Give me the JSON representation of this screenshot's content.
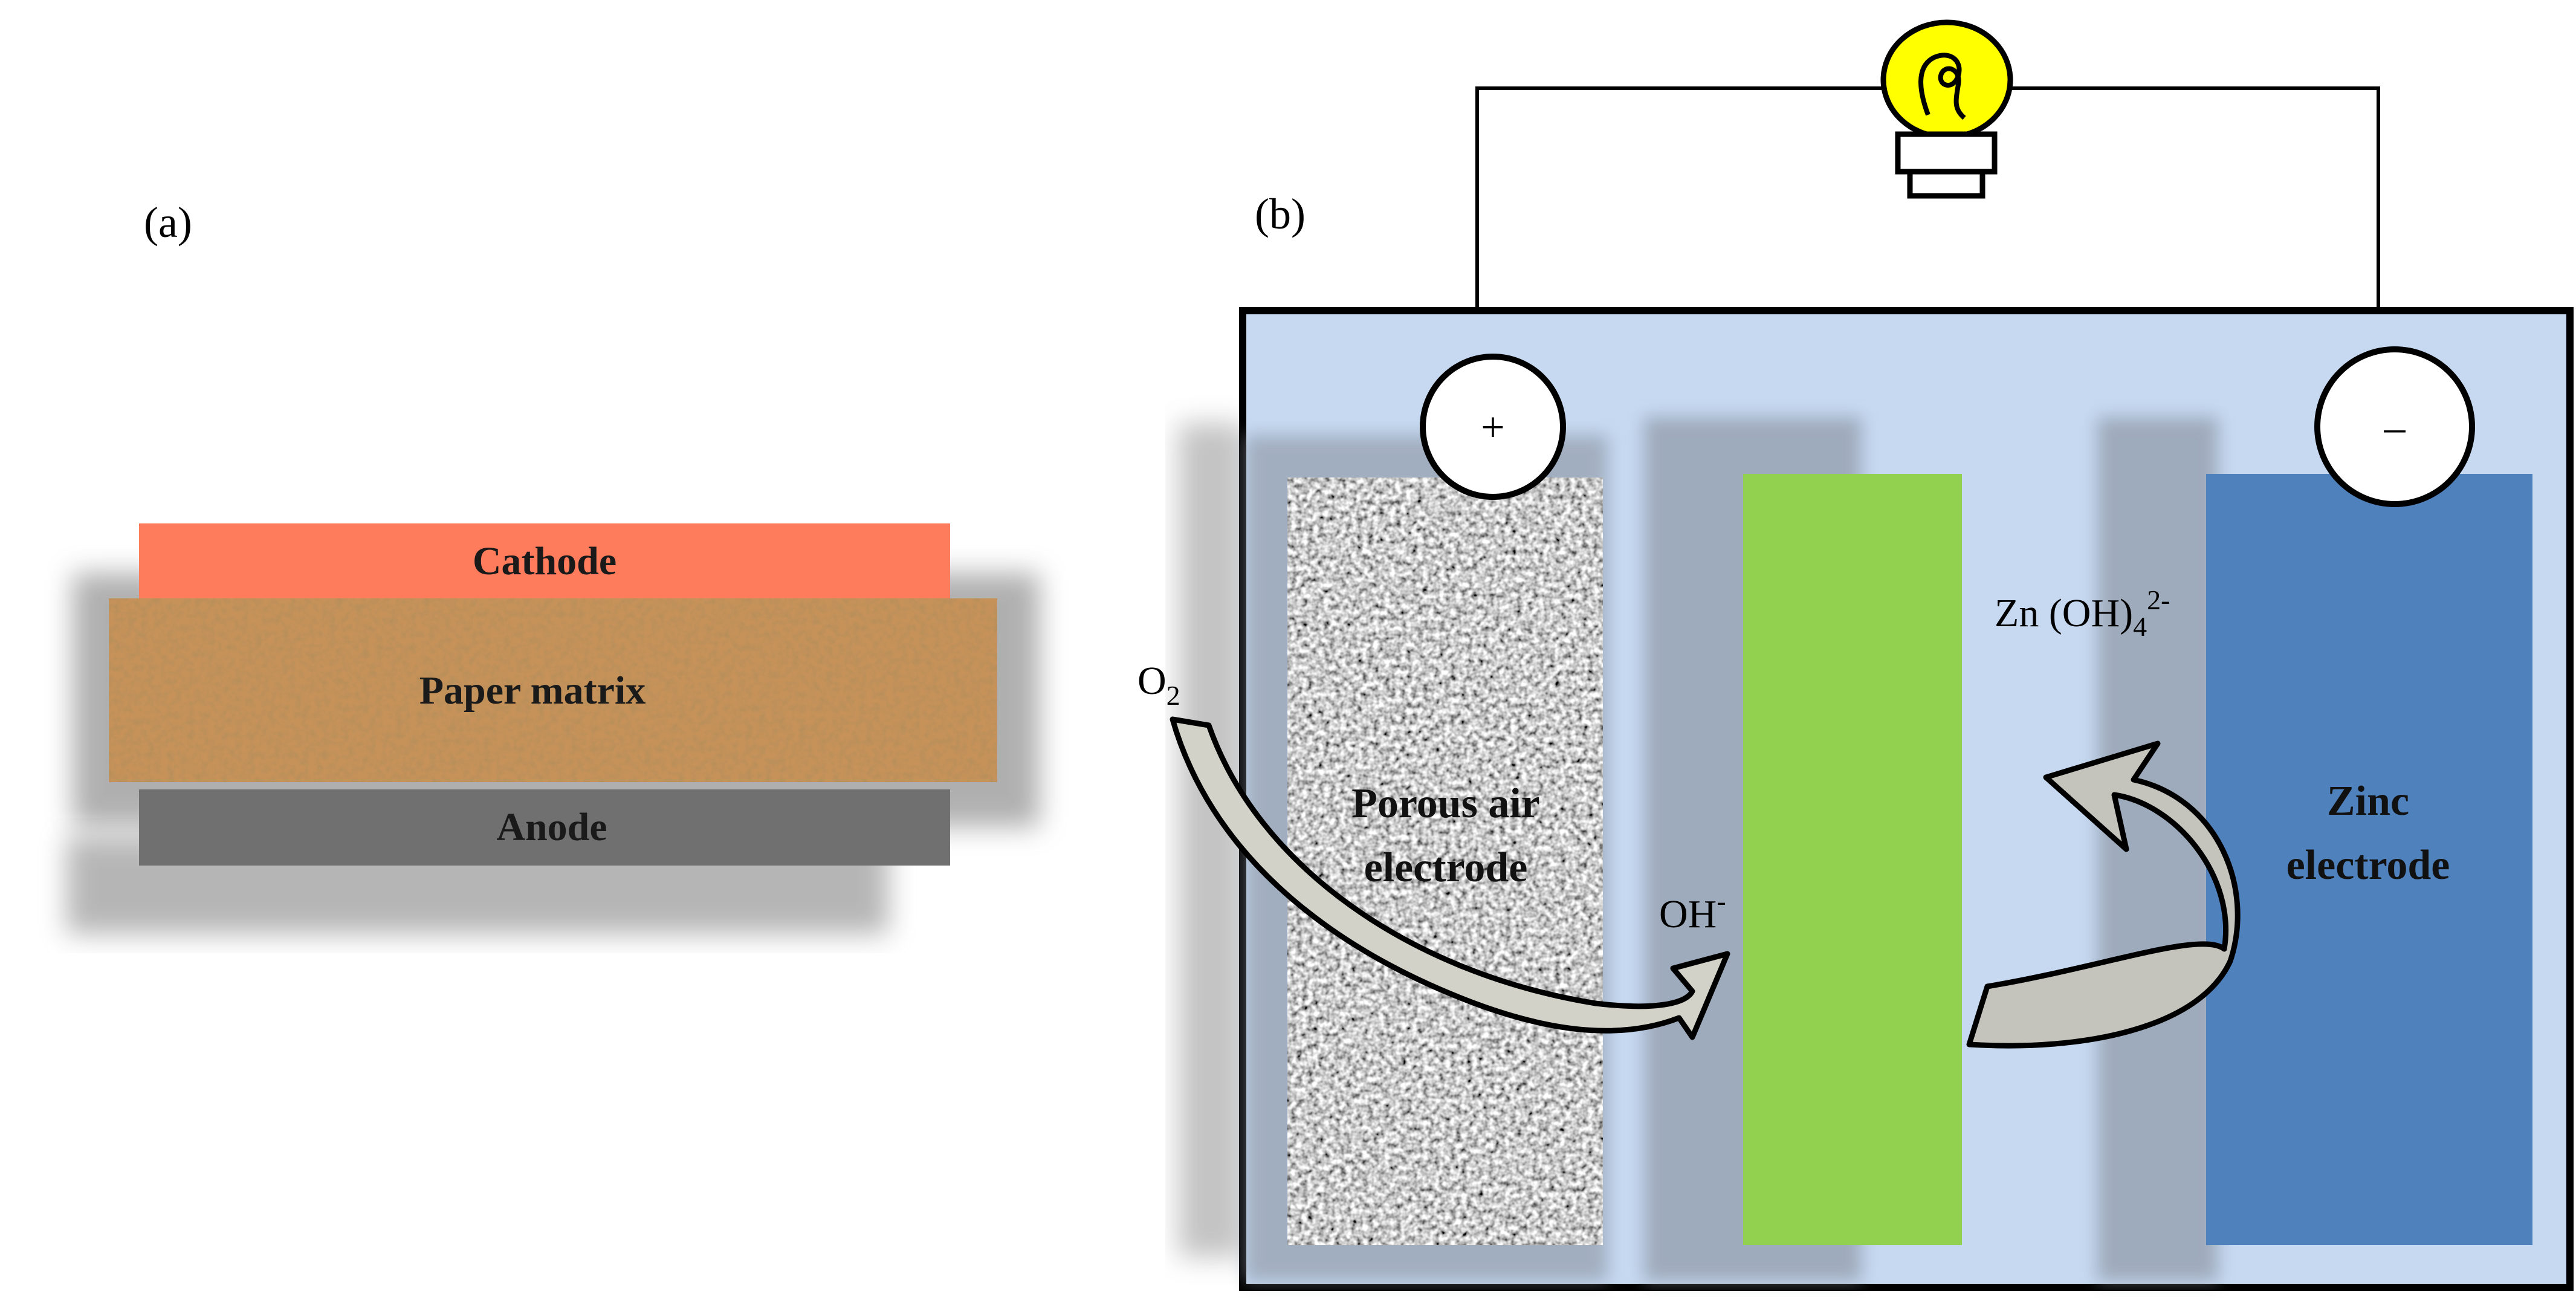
{
  "panel_a": {
    "label": "(a)",
    "layers": {
      "cathode": "Cathode",
      "paper": "Paper matrix",
      "anode": "Anode"
    },
    "colors": {
      "cathode": "#fe7b5c",
      "paper": "#c7925a",
      "anode": "#707070"
    }
  },
  "panel_b": {
    "label": "(b)",
    "terminals": {
      "positive": "+",
      "negative": "–"
    },
    "electrodes": {
      "air_line1": "Porous air",
      "air_line2": "electrode",
      "zinc_line1": "Zinc",
      "zinc_line2": "electrode"
    },
    "species": {
      "oxygen": "O",
      "oxygen_sub": "2",
      "hydroxide": "OH",
      "hydroxide_sup": "-",
      "zincate": "Zn (OH)",
      "zincate_sub": "4",
      "zincate_sup": "2-"
    },
    "icons": [
      "light-bulb-icon",
      "curved-arrow-icon"
    ],
    "colors": {
      "electrolyte": "#c6d9f1",
      "separator": "#92d050",
      "zinc": "#4f81bd",
      "air_electrode": "#8c8c8c",
      "bulb": "#ffff00",
      "arrow": "#c4c4bc"
    }
  }
}
